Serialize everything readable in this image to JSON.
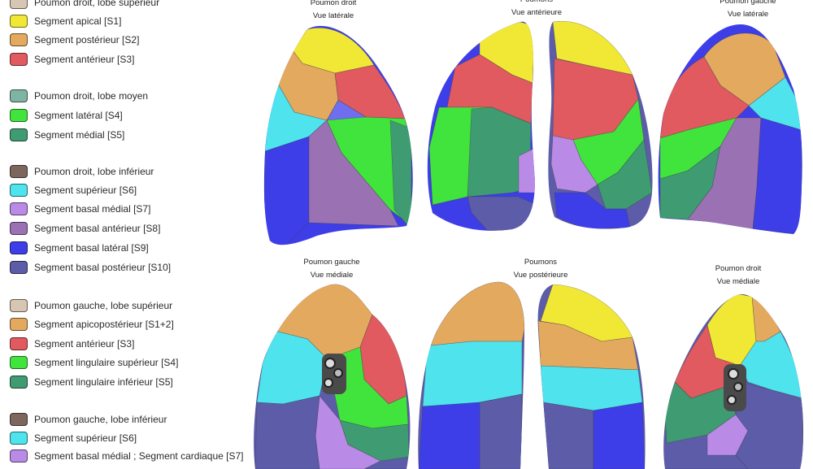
{
  "legend": [
    {
      "label": "Poumon droit, lobe supérieur",
      "color": "#d7c6b4"
    },
    {
      "label": "Segment apical [S1]",
      "color": "#f1e836"
    },
    {
      "label": "Segment postérieur [S2]",
      "color": "#e3a95e"
    },
    {
      "label": "Segment antérieur [S3]",
      "color": "#e05a60"
    },
    {
      "label": "Poumon droit, lobe moyen",
      "color": "#7fb3a3"
    },
    {
      "label": "Segment latéral [S4]",
      "color": "#41e43c"
    },
    {
      "label": "Segment médial [S5]",
      "color": "#3f9b72"
    },
    {
      "label": "Poumon droit, lobe inférieur",
      "color": "#7d665d"
    },
    {
      "label": "Segment supérieur [S6]",
      "color": "#4fe3ee"
    },
    {
      "label": "Segment basal médial [S7]",
      "color": "#b98ae6"
    },
    {
      "label": "Segment basal antérieur [S8]",
      "color": "#9a72b4"
    },
    {
      "label": "Segment basal latéral [S9]",
      "color": "#3e3ee8"
    },
    {
      "label": "Segment basal postérieur [S10]",
      "color": "#5c5ca8"
    },
    {
      "label": "Poumon gauche, lobe supérieur",
      "color": "#d7c6b4"
    },
    {
      "label": "Segment apicopostérieur [S1+2]",
      "color": "#e3a95e"
    },
    {
      "label": "Segment antérieur [S3]",
      "color": "#e05a60"
    },
    {
      "label": "Segment lingulaire supérieur [S4]",
      "color": "#41e43c"
    },
    {
      "label": "Segment lingulaire inférieur [S5]",
      "color": "#3f9b72"
    },
    {
      "label": "Poumon gauche, lobe inférieur",
      "color": "#7d665d"
    },
    {
      "label": "Segment supérieur [S6]",
      "color": "#4fe3ee"
    },
    {
      "label": "Segment basal médial ; Segment cardiaque [S7]",
      "color": "#b98ae6"
    }
  ],
  "views": [
    {
      "line1": "Poumon droit",
      "line2": "Vue latérale"
    },
    {
      "line1": "Poumons",
      "line2": "Vue antérieure"
    },
    {
      "line1": "Poumon gauche",
      "line2": "Vue latérale"
    },
    {
      "line1": "Poumon gauche",
      "line2": "Vue médiale"
    },
    {
      "line1": "Poumons",
      "line2": "Vue postérieure"
    },
    {
      "line1": "Poumon droit",
      "line2": "Vue médiale"
    }
  ]
}
